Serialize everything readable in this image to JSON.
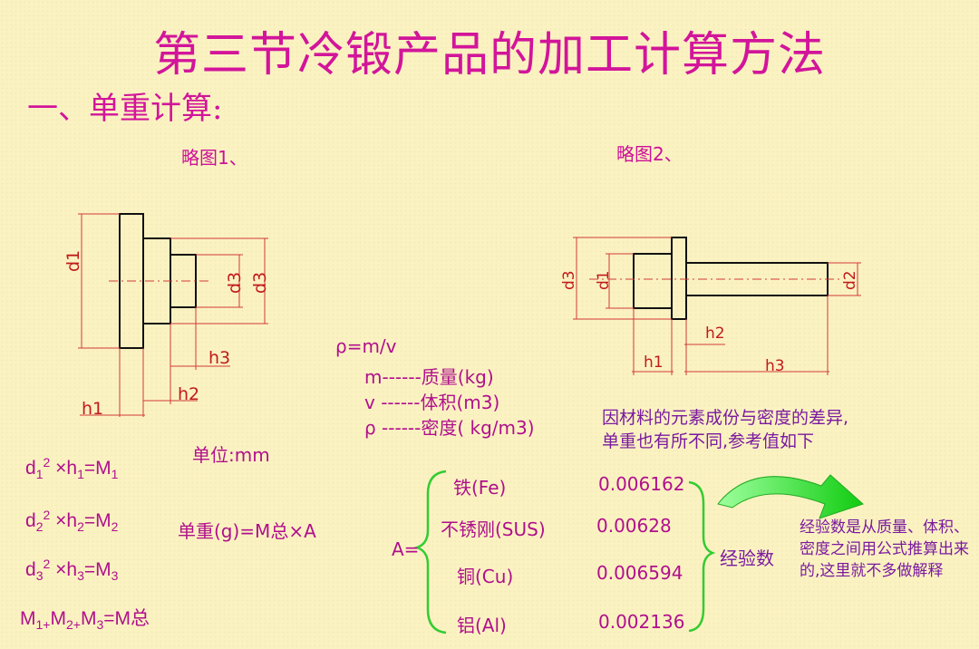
{
  "page": {
    "title": "第三节冷锻产品的加工计算方法",
    "subtitle": "一、单重计算:"
  },
  "sketch1": {
    "caption": "略图1、",
    "dims": {
      "d1": "d1",
      "d3a": "d3",
      "d3b": "d3",
      "h1": "h1",
      "h2": "h2",
      "h3": "h3"
    }
  },
  "sketch2": {
    "caption": "略图2、",
    "dims": {
      "d3": "d3",
      "d1": "d1",
      "d2": "d2",
      "h1": "h1",
      "h2": "h2",
      "h3": "h3"
    }
  },
  "density": {
    "formula": "ρ=m/v",
    "m": "m------质量(kg)",
    "v": "v ------体积(m3)",
    "rho": "ρ ------密度( kg/m3)"
  },
  "unit": "单位:mm",
  "formulas": {
    "var": "d",
    "h": "h",
    "M": "M",
    "times": "×",
    "eq": "=",
    "sub1": "1",
    "sub2": "2",
    "sub3": "3",
    "sq": "2",
    "plus": "+",
    "total": "M总"
  },
  "unit_weight": "单重(g)=M总×A",
  "materials_note": [
    "因材料的元素成份与密度的差异,",
    "单重也有所不同,参考值如下"
  ],
  "a_label": "A=",
  "materials": [
    {
      "name": "铁(Fe)",
      "value": "0.006162"
    },
    {
      "name": "不锈刚(SUS)",
      "value": "0.00628"
    },
    {
      "name": "铜(Cu)",
      "value": "0.006594"
    },
    {
      "name": "铝(Al)",
      "value": "0.002136"
    }
  ],
  "experience_label": "经验数",
  "experience_note": "经验数是从质量、体积、密度之间用公式推算出来的,这里就不多做解释",
  "colors": {
    "title": "#d2159a",
    "drawing": "#111111",
    "dimension": "#d23a3a",
    "text": "#b0108c",
    "note": "#7a1aa0",
    "arrow": "#22dd22",
    "brace": "#33cc33"
  }
}
